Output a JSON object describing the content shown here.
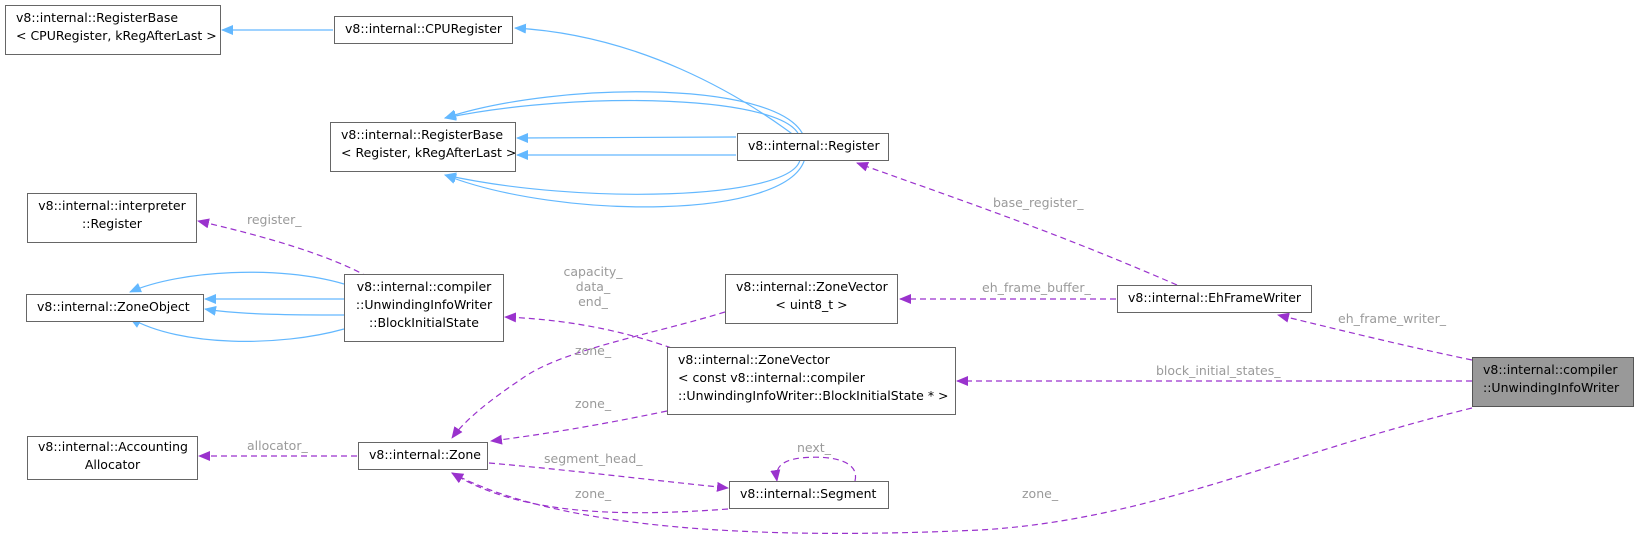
{
  "nodes": {
    "registerbase_cpu": [
      "v8::internal::RegisterBase",
      "< CPURegister, kRegAfterLast >"
    ],
    "cpuregister": [
      "v8::internal::CPURegister"
    ],
    "registerbase_reg": [
      "v8::internal::RegisterBase",
      "< Register, kRegAfterLast >"
    ],
    "register": [
      "v8::internal::Register"
    ],
    "interp_register": [
      "v8::internal::interpreter",
      "::Register"
    ],
    "zoneobject": [
      "v8::internal::ZoneObject"
    ],
    "blockinitialstate": [
      "v8::internal::compiler",
      "::UnwindingInfoWriter",
      "::BlockInitialState"
    ],
    "zonevector_uint8": [
      "v8::internal::ZoneVector",
      "< uint8_t >"
    ],
    "ehframewriter": [
      "v8::internal::EhFrameWriter"
    ],
    "zonevector_bis": [
      "v8::internal::ZoneVector",
      "< const v8::internal::compiler",
      "::UnwindingInfoWriter::BlockInitialState * >"
    ],
    "unwindinginfowriter": [
      "v8::internal::compiler",
      "::UnwindingInfoWriter"
    ],
    "accountingallocator": [
      "v8::internal::Accounting",
      "Allocator"
    ],
    "zone": [
      "v8::internal::Zone"
    ],
    "segment": [
      "v8::internal::Segment"
    ]
  },
  "edge_labels": {
    "base_register": "base_register_",
    "register": "register_",
    "capacity_data_end": [
      "capacity_",
      "data_",
      "end_"
    ],
    "eh_frame_buffer": "eh_frame_buffer_",
    "eh_frame_writer": "eh_frame_writer_",
    "zone_vec_uint8": "zone_",
    "block_initial_states": "block_initial_states_",
    "zone_vec_bis": "zone_",
    "allocator": "allocator_",
    "segment_head": "segment_head_",
    "next": "next_",
    "zone_segment": "zone_",
    "zone_unwinding": "zone_"
  },
  "colors": {
    "inheritance_edge": "#63b8ff",
    "usage_edge": "#9a32cd",
    "edge_label_text": "#9a9a9a",
    "focus_node_fill": "#999999"
  }
}
